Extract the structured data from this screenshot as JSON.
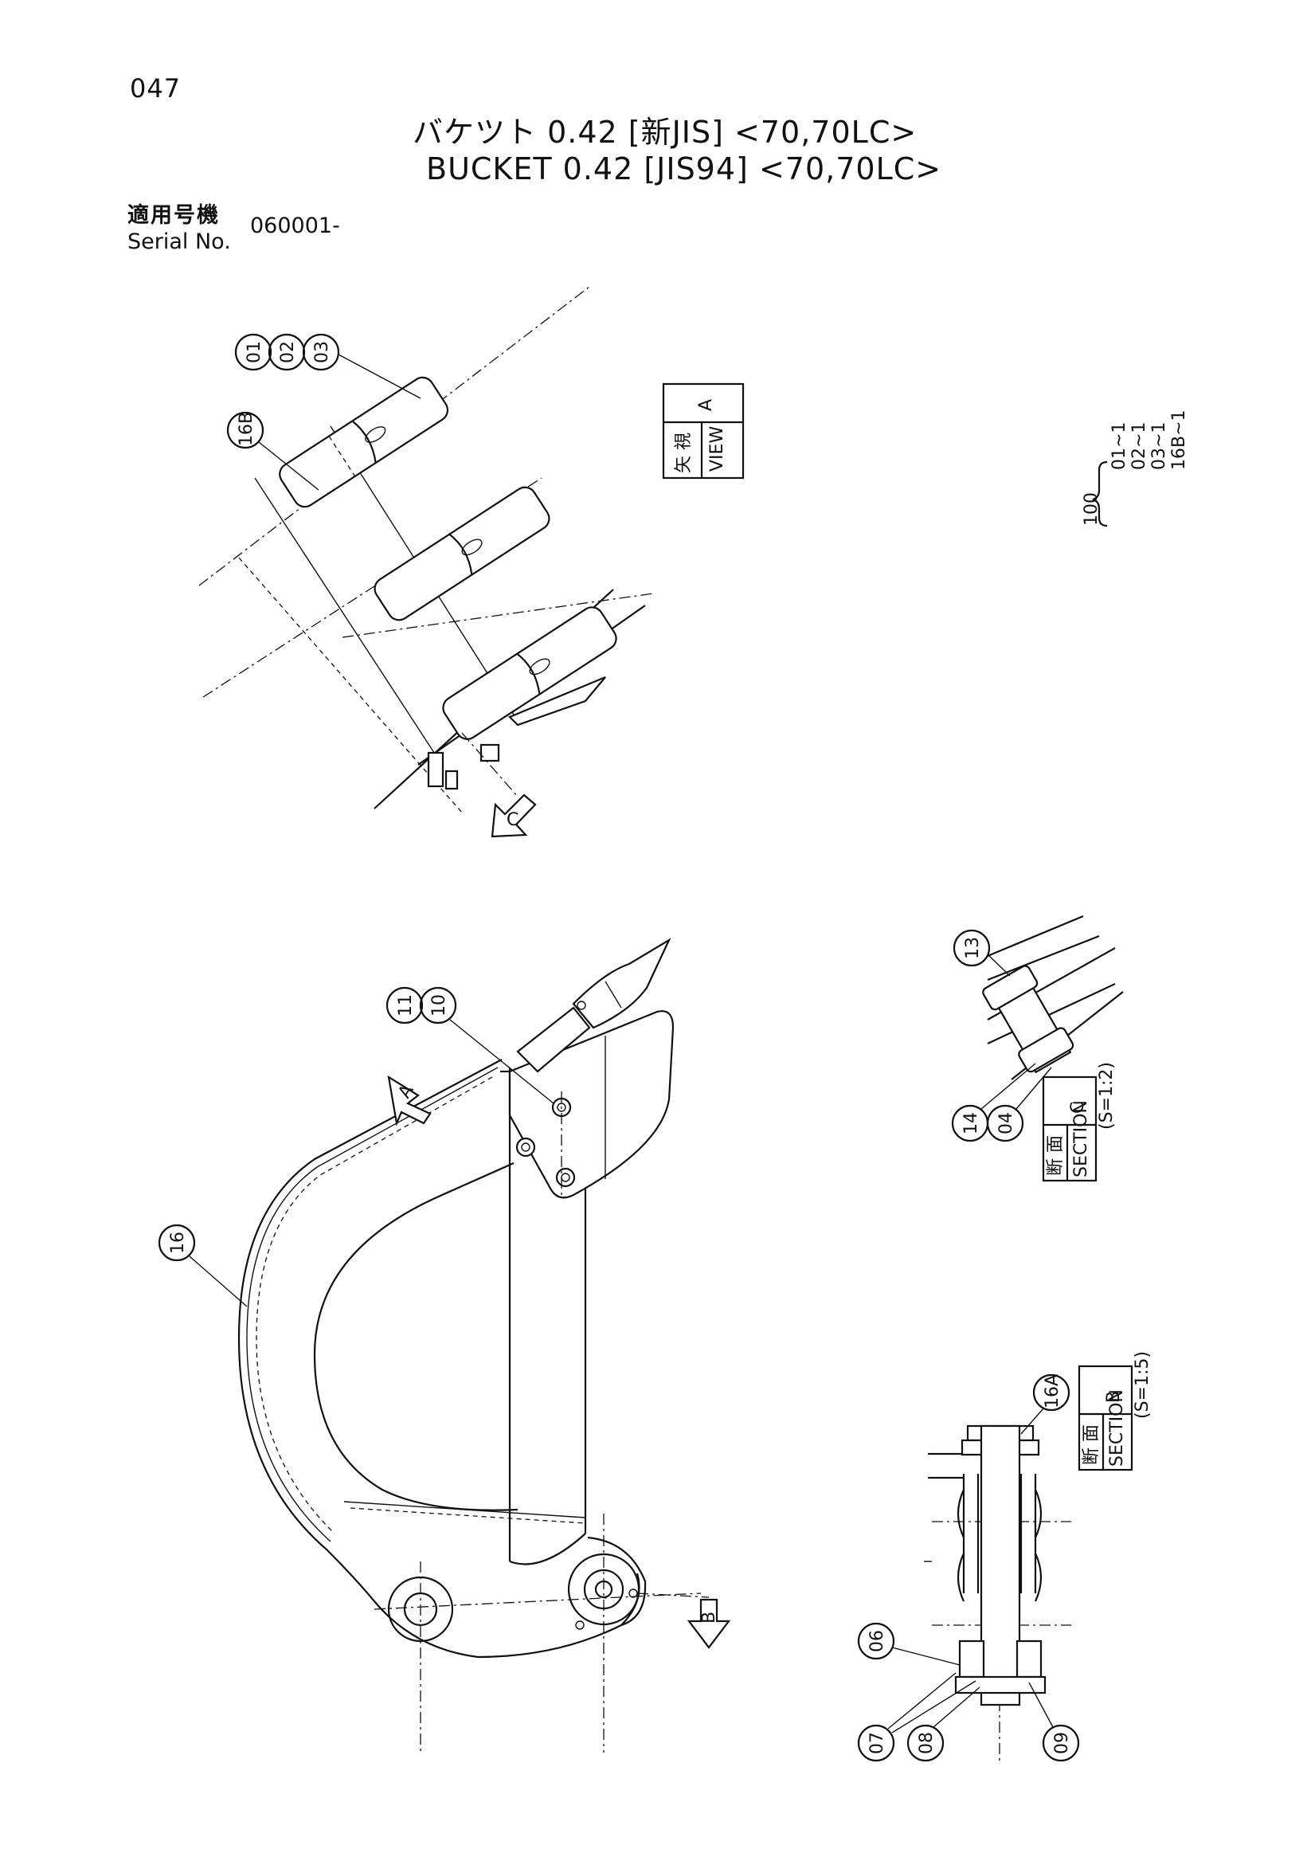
{
  "page_number": "047",
  "title_jp": "バケツト 0.42 [新JIS] <70,70LC>",
  "title_en": "BUCKET 0.42 [JIS94] <70,70LC>",
  "serial": {
    "label_jp": "適用号機",
    "label_en": "Serial No.",
    "value": "060001-"
  },
  "views": {
    "view_a": {
      "jp": "矢 視",
      "en": "VIEW",
      "letter": "A"
    },
    "section_c": {
      "jp": "断 面",
      "en": "SECTION",
      "letter": "C",
      "scale": "(S=1:2)"
    },
    "section_b": {
      "jp": "断 面",
      "en": "SECTION",
      "letter": "B",
      "scale": "(S=1:5)"
    }
  },
  "arrows": {
    "a": "A",
    "b": "B",
    "c": "C"
  },
  "balloons": [
    "01",
    "02",
    "03",
    "16B",
    "10",
    "11",
    "16",
    "13",
    "14",
    "04",
    "16A",
    "06",
    "07",
    "08",
    "09"
  ],
  "quantity": {
    "assembly": "100",
    "items": [
      "01~1",
      "02~1",
      "03~1",
      "16B~1"
    ]
  }
}
